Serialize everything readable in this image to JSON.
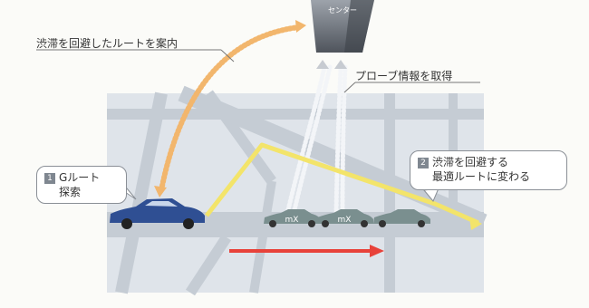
{
  "detour_label": "渋滞を回避したルートを案内",
  "probe_label": "プローブ情報を取得",
  "center_label": "センター",
  "step1": {
    "number": "1",
    "line1": "Gルート",
    "line2": "探索"
  },
  "step2": {
    "number": "2",
    "line1": "渋滞を回避する",
    "line2": "最適ルートに変わる"
  },
  "probe_car_badge": "mX",
  "colors": {
    "road": "#c6ccd4",
    "block": "#dfe4ea",
    "route": "#f3e46a",
    "signal": "#f2b66d",
    "traffic_arrow": "#e8423a",
    "car_main": "#2f4f93",
    "car_probe": "#7a8f8f",
    "tower": "#5a5e66"
  }
}
